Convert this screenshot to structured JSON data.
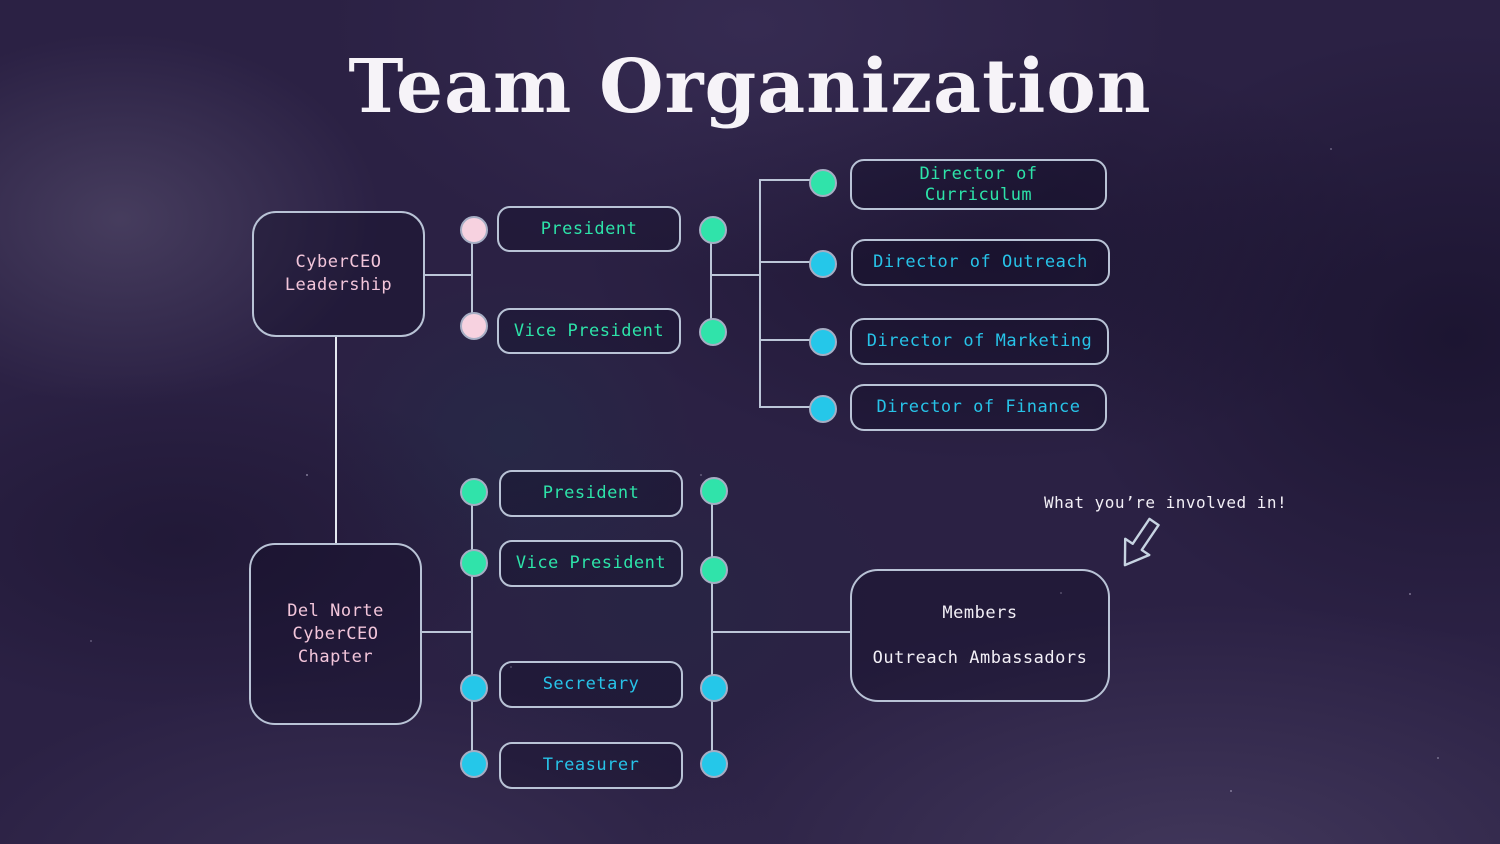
{
  "slide": {
    "title": "Team Organization"
  },
  "top_chart": {
    "root": {
      "label": "CyberCEO\nLeadership",
      "color": "#f2c5da"
    },
    "officers": [
      {
        "label": "President",
        "color": "#2de3a9",
        "left_dot": "#f7d2e0",
        "right_dot": "#30e3aa"
      },
      {
        "label": "Vice President",
        "color": "#2de3a9",
        "left_dot": "#f7d2e0",
        "right_dot": "#30e3aa"
      }
    ],
    "directors": [
      {
        "label": "Director of\nCurriculum",
        "color": "#2de3a9",
        "dot": "#30e3aa"
      },
      {
        "label": "Director of Outreach",
        "color": "#27c3e8",
        "dot": "#25c7e9"
      },
      {
        "label": "Director of Marketing",
        "color": "#27c3e8",
        "dot": "#25c7e9"
      },
      {
        "label": "Director of Finance",
        "color": "#27c3e8",
        "dot": "#25c7e9"
      }
    ]
  },
  "bottom_chart": {
    "root": {
      "label": "Del Norte\nCyberCEO\nChapter",
      "color": "#f2c5da"
    },
    "officers": [
      {
        "label": "President",
        "color": "#2de3a9",
        "dot": "#30e3aa"
      },
      {
        "label": "Vice President",
        "color": "#2de3a9",
        "dot": "#30e3aa"
      },
      {
        "label": "Secretary",
        "color": "#27c3e8",
        "dot": "#25c7e9"
      },
      {
        "label": "Treasurer",
        "color": "#27c3e8",
        "dot": "#25c7e9"
      }
    ],
    "members": {
      "line1": "Members",
      "line2": "Outreach Ambassadors",
      "color": "#f2eff6"
    }
  },
  "annotation": {
    "label": "What you’re involved in!",
    "color": "#f2eff6"
  },
  "colors": {
    "background": "#2b2144",
    "connector_line": "#bcc6d8",
    "trunk_line": "#e4e8ef",
    "node_border": "#b9c3d6",
    "title_text": "#f6f3f8",
    "pink_text": "#f2c5da",
    "green_text": "#2de3a9",
    "cyan_text": "#27c3e8",
    "white_text": "#f2eff6",
    "dot_pink": "#f7d2e0",
    "dot_green": "#30e3aa",
    "dot_cyan": "#25c7e9",
    "dot_border": "#a6aec4",
    "arrow_outline": "#c7d4e2"
  }
}
